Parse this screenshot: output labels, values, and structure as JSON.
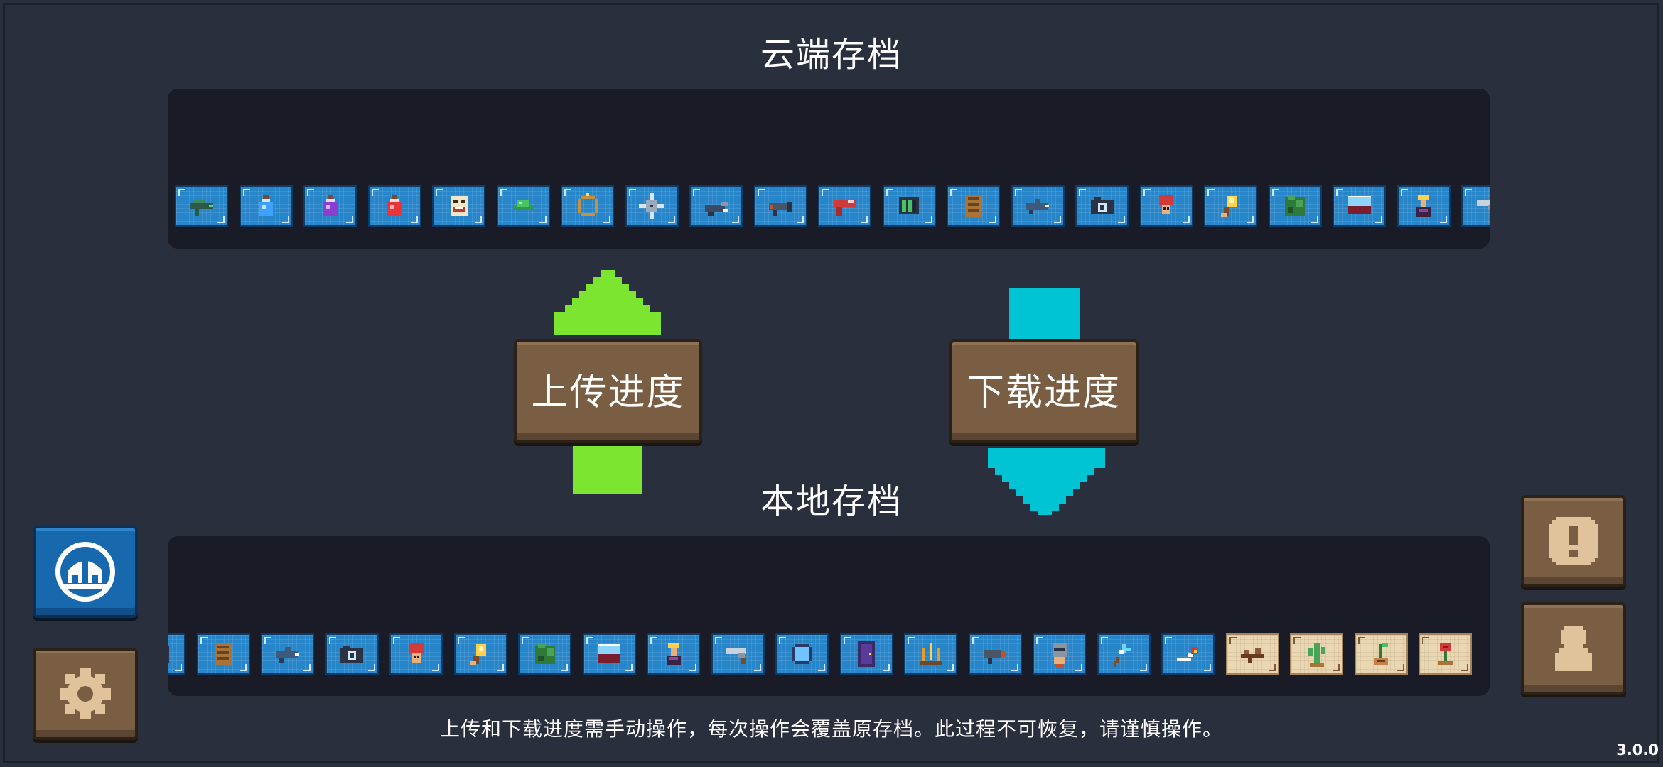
{
  "screen": {
    "cloud_title": "云端存档",
    "local_title": "本地存档",
    "upload_label": "上传进度",
    "download_label": "下载进度",
    "footer_note": "上传和下载进度需手动操作，每次操作会覆盖原存档。此过程不可恢复，请谨慎操作。",
    "version": "3.0.0"
  },
  "colors": {
    "background": "#2a2f3d",
    "panel": "#191c26",
    "tile_blue": "#2785c9",
    "upload_arrow": "#7be52f",
    "download_arrow": "#00c4d4",
    "button_brown": "#7a5e44",
    "logo_button_blue": "#1868ae"
  },
  "cloud_items": [
    "green-blaster-icon",
    "blue-potion-icon",
    "purple-potion-icon",
    "red-potion-icon",
    "grinning-mask-icon",
    "green-hat-icon",
    "ring-icon",
    "shuriken-icon",
    "gatling-gun-icon",
    "rocket-launcher-icon",
    "red-gun-icon",
    "battery-icon",
    "wooden-crate-icon",
    "shark-gun-icon",
    "camera-icon",
    "red-helmet-icon",
    "torch-icon",
    "green-bush-icon",
    "water-tank-icon",
    "crown-statue-icon",
    "revolver-icon"
  ],
  "local_items": [
    "battery-icon",
    "wooden-crate-icon",
    "shark-gun-icon",
    "camera-icon",
    "red-helmet-icon",
    "torch-icon",
    "green-bush-icon",
    "water-tank-icon",
    "crown-statue-icon",
    "revolver-icon",
    "blue-ring-portal-icon",
    "purple-door-icon",
    "spike-burst-icon",
    "drill-gun-icon",
    "knight-helmet-icon",
    "lightning-staff-icon",
    "star-wand-icon",
    "snake-plant-icon",
    "cactus-plant-icon",
    "sprout-plant-icon",
    "red-flower-plant-icon"
  ],
  "left_buttons": {
    "logo": "observatory-logo-icon",
    "settings": "gear-icon"
  },
  "right_buttons": {
    "notice": "exclamation-icon",
    "profile": "person-icon"
  }
}
